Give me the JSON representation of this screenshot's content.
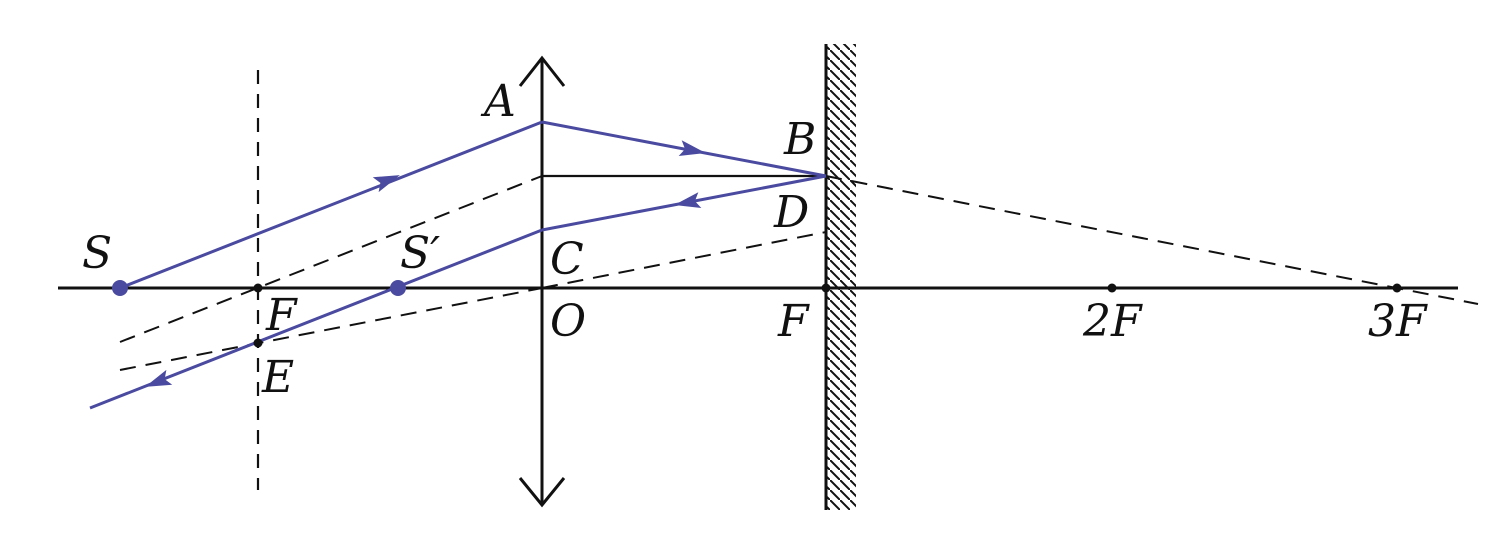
{
  "colors": {
    "ray": "#4a4aa0",
    "ink": "#111111",
    "background": "#ffffff"
  },
  "labels": {
    "S": "S",
    "S_prime": "S′",
    "A": "A",
    "B": "B",
    "C": "C",
    "D": "D",
    "E": "E",
    "O": "O",
    "F_left": "F",
    "F_right": "F",
    "two_F": "2F",
    "three_F": "3F"
  }
}
